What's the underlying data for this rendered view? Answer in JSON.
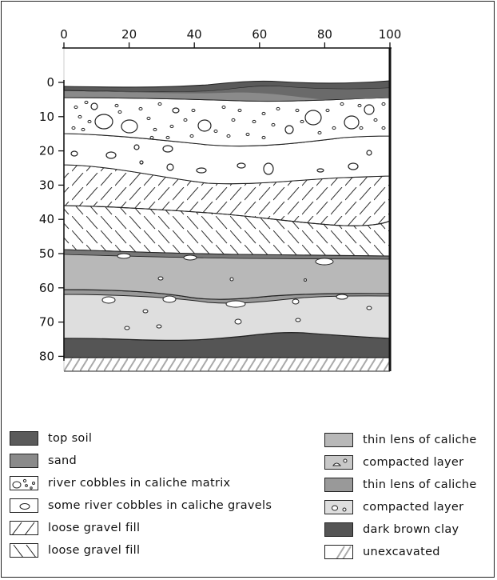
{
  "x_axis": {
    "ticks": [
      "0",
      "20",
      "40",
      "60",
      "80",
      "100"
    ]
  },
  "y_axis": {
    "ticks": [
      "0",
      "10",
      "20",
      "30",
      "40",
      "50",
      "60",
      "70",
      "80"
    ]
  },
  "layers": [
    "top soil",
    "sand",
    "river cobbles in caliche matrix",
    "some river cobbles in caliche gravels",
    "loose gravel fill",
    "loose gravel fill",
    "thin lens of caliche",
    "compacted layer",
    "thin lens of caliche",
    "compacted layer",
    "dark brown clay",
    "unexcavated"
  ],
  "legend": {
    "left": [
      {
        "label": "top soil",
        "pattern": "top-soil"
      },
      {
        "label": "sand",
        "pattern": "sand"
      },
      {
        "label": "river cobbles in caliche matrix",
        "pattern": "cobbles-matrix"
      },
      {
        "label": "some river cobbles in caliche gravels",
        "pattern": "cobbles-gravels"
      },
      {
        "label": "loose gravel fill",
        "pattern": "hatch-forward"
      },
      {
        "label": "loose gravel fill",
        "pattern": "hatch-back"
      }
    ],
    "right": [
      {
        "label": "thin lens of caliche",
        "pattern": "caliche-light"
      },
      {
        "label": "compacted layer",
        "pattern": "compacted-a"
      },
      {
        "label": "thin lens of caliche",
        "pattern": "caliche-mid"
      },
      {
        "label": "compacted layer",
        "pattern": "compacted-b"
      },
      {
        "label": "dark brown clay",
        "pattern": "clay"
      },
      {
        "label": "unexcavated",
        "pattern": "unexcavated"
      }
    ]
  },
  "colors": {
    "top_soil": "#5a5a5a",
    "sand": "#8a8a8a",
    "caliche_light": "#b8b8b8",
    "caliche_mid": "#999999",
    "compacted": "#dedede",
    "clay": "#555555",
    "outline": "#222222"
  }
}
